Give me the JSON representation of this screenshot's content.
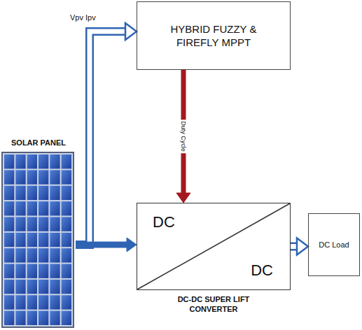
{
  "diagram": {
    "nodes": [
      {
        "text": [
          "HYBRID FUZZY & FIREFLY MPPT"
        ]
      },
      {
        "text": [
          "SOLAR PANEL"
        ]
      },
      {
        "text": [
          "DC",
          "DC",
          "DC-DC SUPER LIFT CONVERTER"
        ]
      },
      {
        "text": [
          "DC Load"
        ]
      }
    ],
    "edges": [
      {
        "from": 1,
        "to": 0,
        "arrow": "to",
        "label": "Vpv Ipv"
      },
      {
        "from": 0,
        "to": 2,
        "arrow": "to",
        "label": "Duty Cycle"
      },
      {
        "from": 1,
        "to": 2,
        "arrow": "to"
      },
      {
        "from": 2,
        "to": 3,
        "arrow": "to"
      }
    ]
  }
}
